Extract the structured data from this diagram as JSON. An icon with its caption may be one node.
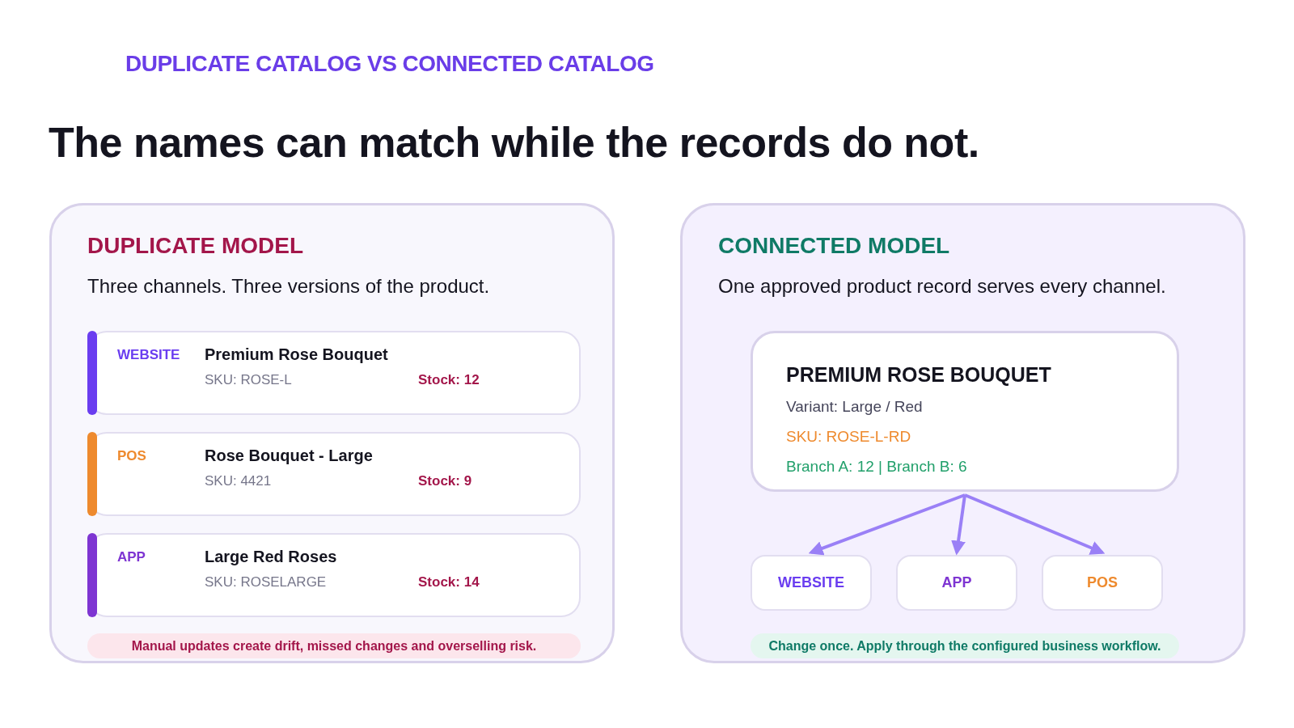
{
  "diagram": {
    "title": "DUPLICATE CATALOG VS CONNECTED CATALOG",
    "nodes": [
      {
        "text": [
          "DUPLICATE MODEL",
          "Three channels. Three versions of the product."
        ]
      },
      {
        "text": [
          "WEBSITE",
          "Premium Rose Bouquet",
          "SKU: ROSE-L",
          "Stock: 12"
        ],
        "in": 0
      },
      {
        "text": [
          "POS",
          "Rose Bouquet - Large",
          "SKU: 4421",
          "Stock: 9"
        ],
        "in": 0
      },
      {
        "text": [
          "APP",
          "Large Red Roses",
          "SKU: ROSELARGE",
          "Stock: 14"
        ],
        "in": 0
      },
      {
        "text": [
          "Manual updates create drift, missed changes and overselling risk."
        ],
        "in": 0
      },
      {
        "text": [
          "CONNECTED MODEL",
          "One approved product record serves every channel."
        ]
      },
      {
        "text": [
          "PREMIUM ROSE BOUQUET",
          "Variant: Large / Red",
          "SKU: ROSE-L-RD",
          "Branch A: 12 | Branch B: 6"
        ],
        "in": 5
      },
      {
        "text": [
          "WEBSITE"
        ],
        "in": 5
      },
      {
        "text": [
          "APP"
        ],
        "in": 5
      },
      {
        "text": [
          "POS"
        ],
        "in": 5
      },
      {
        "text": [
          "Change once. Apply through the configured business workflow."
        ],
        "in": 5
      }
    ],
    "edges": [
      {
        "from": 6,
        "to": 7,
        "arrow": "to"
      },
      {
        "from": 6,
        "to": 8,
        "arrow": "to"
      },
      {
        "from": 6,
        "to": 9,
        "arrow": "to"
      }
    ],
    "labels": [
      "The names can match while the records do not."
    ]
  }
}
